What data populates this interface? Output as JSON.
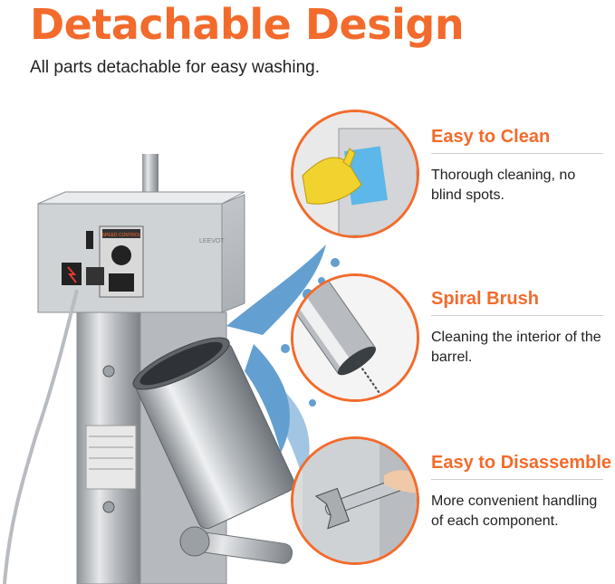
{
  "header": {
    "title": "Detachable Design",
    "subtitle": "All parts detachable for easy washing."
  },
  "product": {
    "brand_label": "LEEVOT",
    "panel_label": "SPEED CONTROL"
  },
  "features": [
    {
      "title": "Easy to Clean",
      "description": "Thorough cleaning, no blind spots.",
      "icon": "cleaning-cloth-icon"
    },
    {
      "title": "Spiral Brush",
      "description": "Cleaning the interior of the barrel.",
      "icon": "spiral-brush-icon"
    },
    {
      "title": "Easy to Disassemble",
      "description": "More convenient handling of each component.",
      "icon": "wrench-icon"
    }
  ],
  "colors": {
    "accent": "#f26b2c",
    "text": "#222222",
    "steel": "#c9ccd0",
    "water": "#2f7fc1"
  }
}
